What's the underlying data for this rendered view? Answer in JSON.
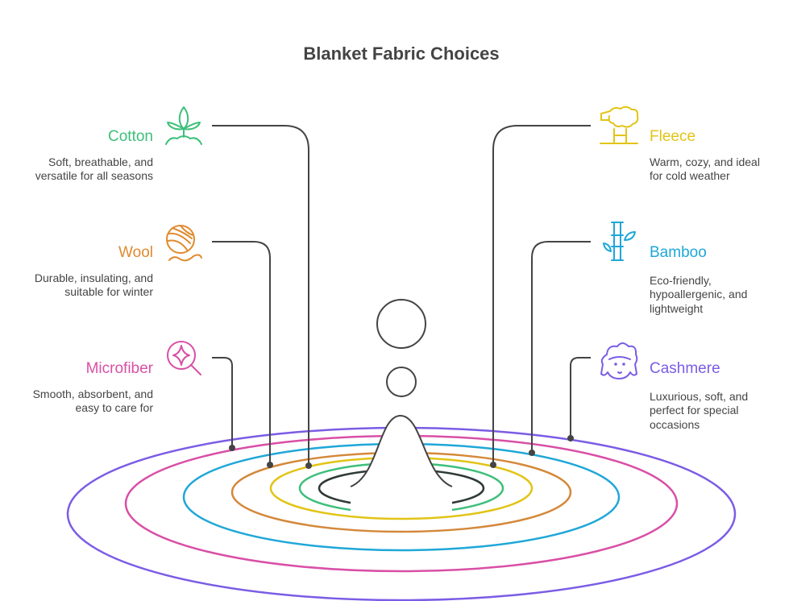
{
  "title": "Blanket Fabric Choices",
  "items": [
    {
      "name": "Cotton",
      "desc": [
        "Soft, breathable, and",
        "versatile for all seasons"
      ],
      "color": "#3dbf7a",
      "icon": "sprout-icon"
    },
    {
      "name": "Wool",
      "desc": [
        "Durable, insulating, and",
        "suitable for winter"
      ],
      "color": "#e08a2e",
      "icon": "yarn-ball-icon"
    },
    {
      "name": "Microfiber",
      "desc": [
        "Smooth, absorbent, and",
        "easy to care for"
      ],
      "color": "#d94fa6",
      "icon": "sparkle-magnifier-icon"
    },
    {
      "name": "Fleece",
      "desc": [
        "Warm, cozy, and ideal",
        "for cold weather"
      ],
      "color": "#e2c416",
      "icon": "sheep-icon"
    },
    {
      "name": "Bamboo",
      "desc": [
        "Eco-friendly,",
        "hypoallergenic, and",
        "lightweight"
      ],
      "color": "#1fa7d8",
      "icon": "bamboo-icon"
    },
    {
      "name": "Cashmere",
      "desc": [
        "Luxurious, soft, and",
        "perfect for special",
        "occasions"
      ],
      "color": "#7b5ce5",
      "icon": "goat-icon"
    }
  ]
}
